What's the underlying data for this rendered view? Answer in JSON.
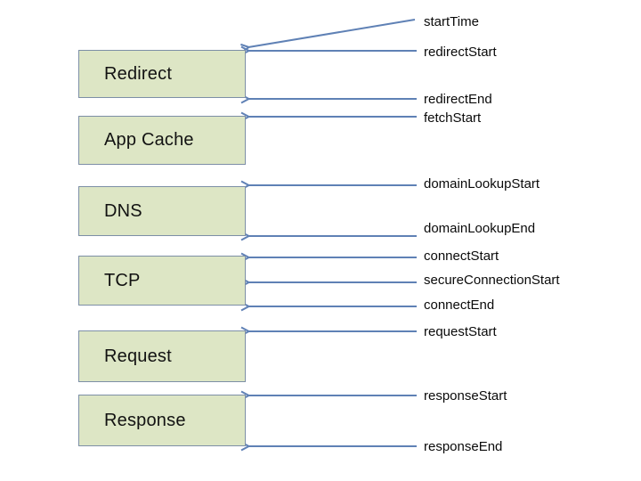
{
  "diagram": {
    "type": "timing-diagram",
    "description": "Navigation Timing processing phases with timing attribute markers",
    "boxes": [
      {
        "id": "redirect",
        "label": "Redirect"
      },
      {
        "id": "app-cache",
        "label": "App Cache"
      },
      {
        "id": "dns",
        "label": "DNS"
      },
      {
        "id": "tcp",
        "label": "TCP"
      },
      {
        "id": "request",
        "label": "Request"
      },
      {
        "id": "response",
        "label": "Response"
      }
    ],
    "events": [
      {
        "label": "startTime",
        "points_to": "redirect-top"
      },
      {
        "label": "redirectStart",
        "points_to": "redirect-top"
      },
      {
        "label": "redirectEnd",
        "points_to": "redirect-bottom"
      },
      {
        "label": "fetchStart",
        "points_to": "app-cache-top"
      },
      {
        "label": "domainLookupStart",
        "points_to": "dns-top"
      },
      {
        "label": "domainLookupEnd",
        "points_to": "dns-bottom"
      },
      {
        "label": "connectStart",
        "points_to": "tcp-top"
      },
      {
        "label": "secureConnectionStart",
        "points_to": "tcp-middle"
      },
      {
        "label": "connectEnd",
        "points_to": "tcp-bottom"
      },
      {
        "label": "requestStart",
        "points_to": "request-top"
      },
      {
        "label": "responseStart",
        "points_to": "response-top"
      },
      {
        "label": "responseEnd",
        "points_to": "response-bottom"
      }
    ],
    "colors": {
      "background": "#ffffff",
      "box_fill": "#dde6c5",
      "box_border": "#7d8fa6",
      "arrow": "#5f81b5",
      "text": "#0a0a0a"
    }
  }
}
